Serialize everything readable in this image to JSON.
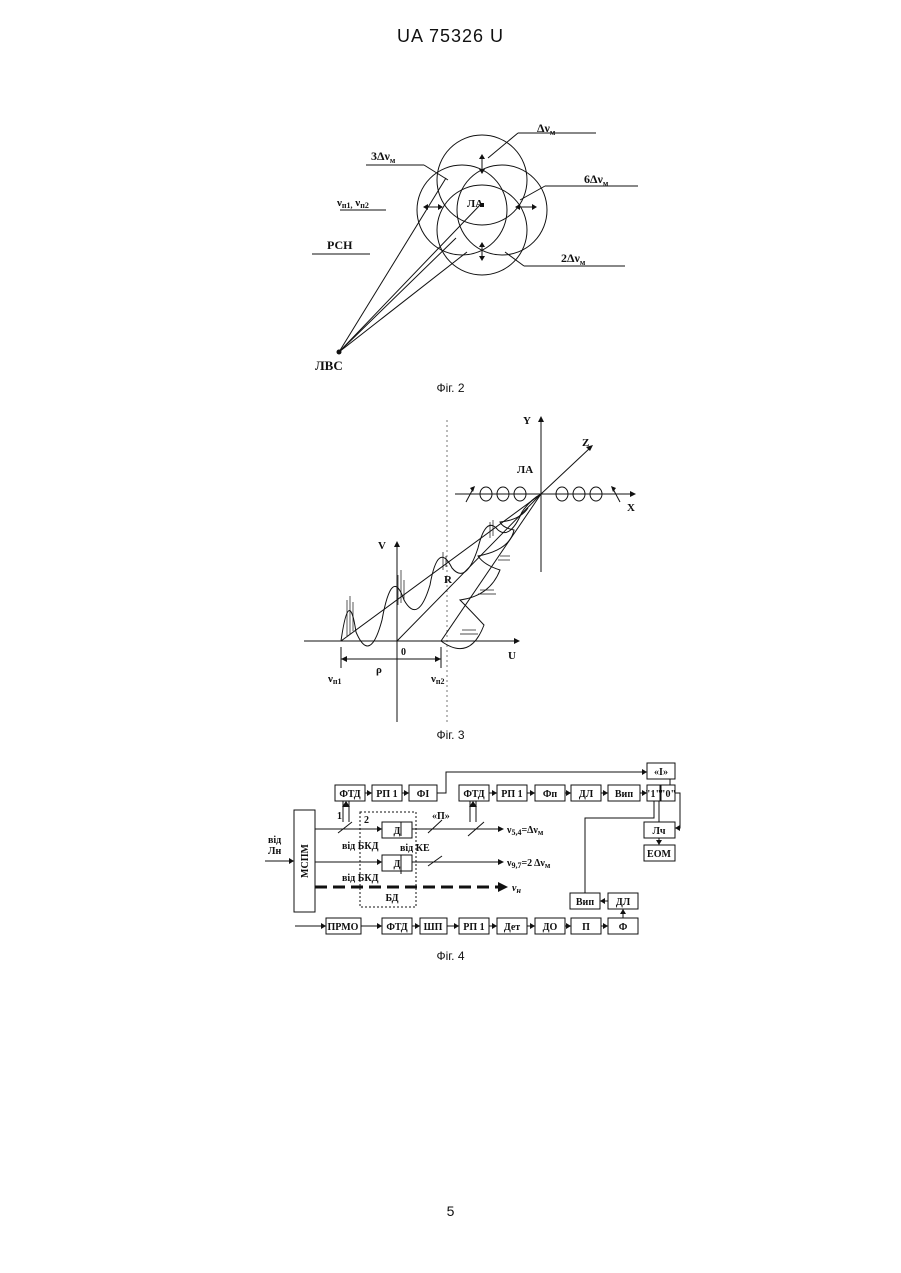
{
  "header": {
    "patent_id": "UA   75326   U"
  },
  "page_number": "5",
  "fig2": {
    "caption": "Фіг. 2",
    "labels": {
      "d_nu": "Δν",
      "d_nu_sub": "м",
      "three_d_nu": "3Δν",
      "six_d_nu": "6Δν",
      "two_d_nu": "2Δν",
      "nu_pair": "ν",
      "nu_pair_sub": "п1,",
      "nu_pair_b": "ν",
      "nu_pair_sub_b": "п2",
      "rsn": "РСН",
      "la": "ЛА",
      "lvs": "ЛВС"
    }
  },
  "fig3": {
    "caption": "Фіг. 3",
    "labels": {
      "y": "Y",
      "z": "Z",
      "x": "X",
      "la": "ЛА",
      "v": "V",
      "r": "R",
      "u": "U",
      "zero": "0",
      "rho": "ρ",
      "nu_p1": "ν",
      "nu_p1_sub": "п1",
      "nu_p2": "ν",
      "nu_p2_sub": "п2"
    }
  },
  "fig4": {
    "caption": "Фіг. 4",
    "blocks": {
      "ftd1": "ФТД",
      "rp1": "РП 1",
      "fi": "ФІ",
      "ftd2": "ФТД",
      "rp2": "РП 1",
      "fp": "Фп",
      "dl1": "ДЛ",
      "vip1": "Вип",
      "one": "\"1\"",
      "zero": "\"0\"",
      "i_block": "«І»",
      "lch": "Лч",
      "eom": "ЕОМ",
      "mspm": "МСПМ",
      "d1": "Д",
      "d2": "Д",
      "bd": "БД",
      "vip2": "Вип",
      "dl2": "ДЛ",
      "prmo": "ПРМО",
      "ftd3": "ФТД",
      "shp": "ШП",
      "rp3": "РП 1",
      "det": "Дет",
      "do": "ДО",
      "p": "П",
      "f": "Ф"
    },
    "labels": {
      "vid": "від",
      "ln": "Лн",
      "vid_bkd1": "від БКД",
      "vid_bkd2": "від БКД",
      "vid_ke": "від КЕ",
      "mark1": "1",
      "mark2": "2",
      "mark_p": "«П»",
      "out1": "ν",
      "out1_sub": "5,4",
      "out1_rest": "=Δν",
      "out1_m": "м",
      "out2": "ν",
      "out2_sub": "9,7",
      "out2_rest": "=2 Δν",
      "out2_m": "м",
      "nu_n": "ν",
      "nu_n_sub": "н"
    }
  }
}
